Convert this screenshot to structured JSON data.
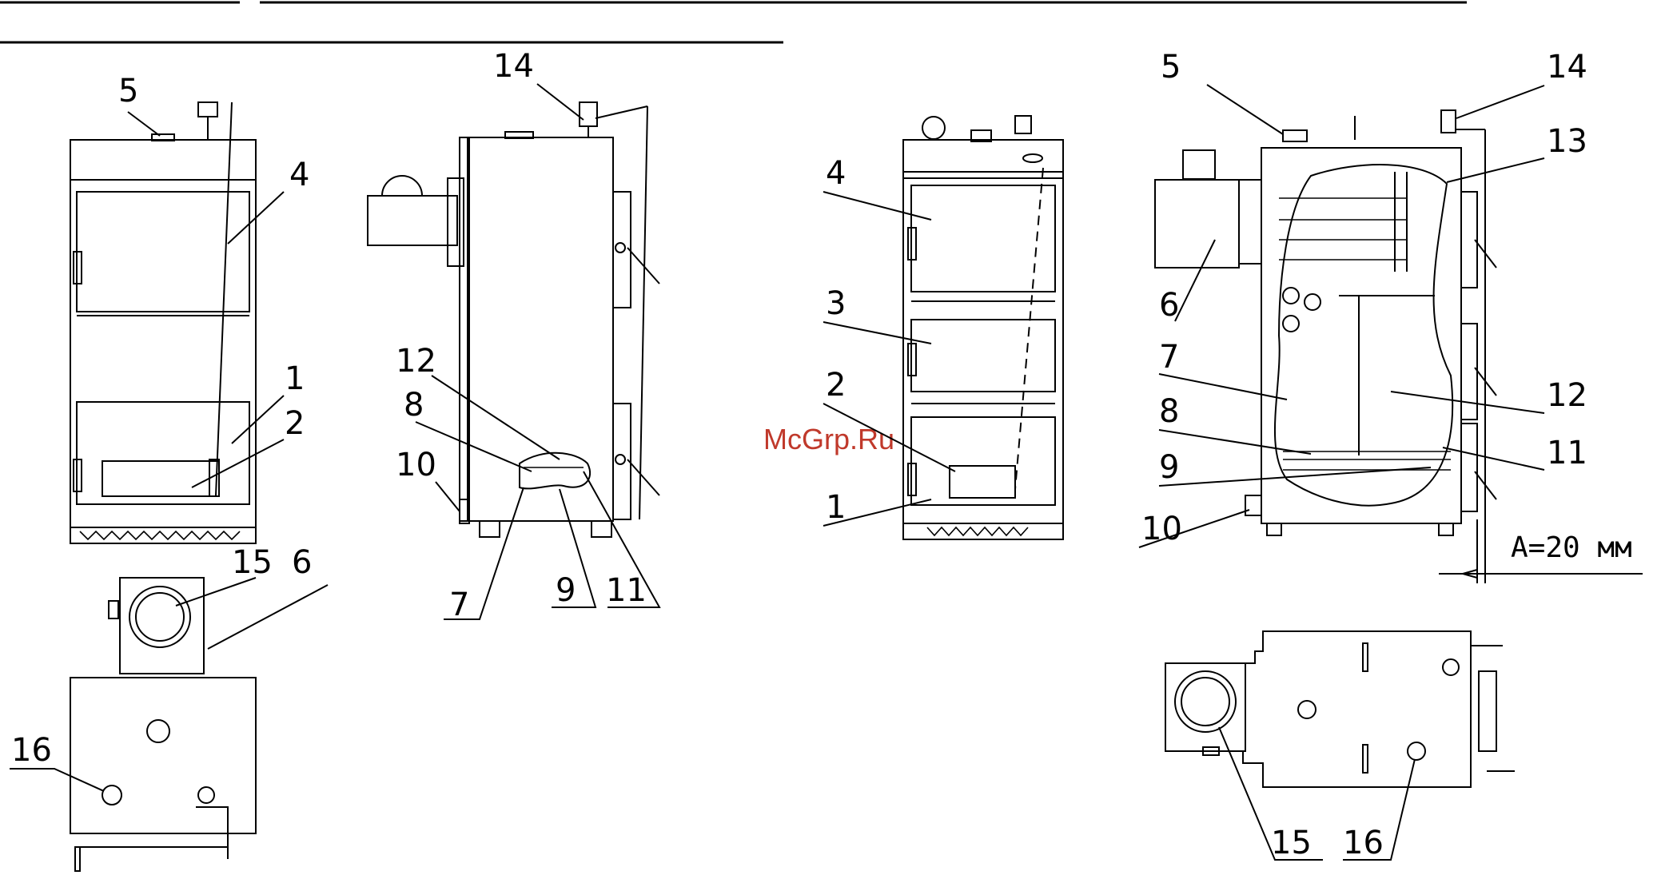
{
  "watermark": "McGrp.Ru",
  "dimension": {
    "text": "A=20 мм"
  },
  "views": [
    {
      "id": "view1-front",
      "labels": [
        "5",
        "4",
        "1",
        "2"
      ]
    },
    {
      "id": "view1-bottom",
      "labels": [
        "15",
        "6",
        "16"
      ]
    },
    {
      "id": "view1-side",
      "labels": [
        "14",
        "12",
        "8",
        "10",
        "7",
        "9",
        "11"
      ]
    },
    {
      "id": "view2-front",
      "labels": [
        "4",
        "3",
        "2",
        "1"
      ]
    },
    {
      "id": "view2-side",
      "labels": [
        "5",
        "14",
        "13",
        "6",
        "7",
        "12",
        "8",
        "11",
        "9",
        "10"
      ]
    },
    {
      "id": "view2-bottom",
      "labels": [
        "15",
        "16"
      ]
    }
  ]
}
